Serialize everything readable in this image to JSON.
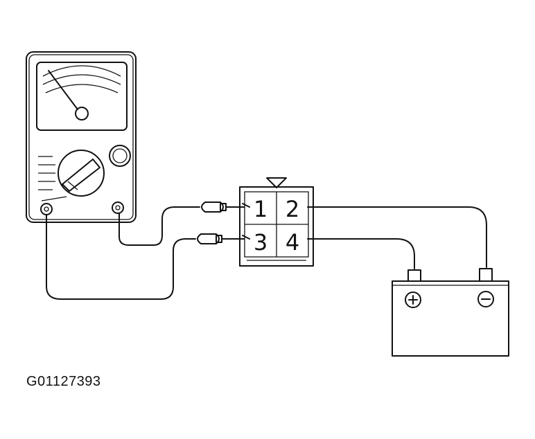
{
  "connector": {
    "pins": [
      "1",
      "2",
      "3",
      "4"
    ]
  },
  "battery": {
    "positive_symbol": "⊕",
    "negative_symbol": "⊖"
  },
  "figure_id": "G01127393"
}
